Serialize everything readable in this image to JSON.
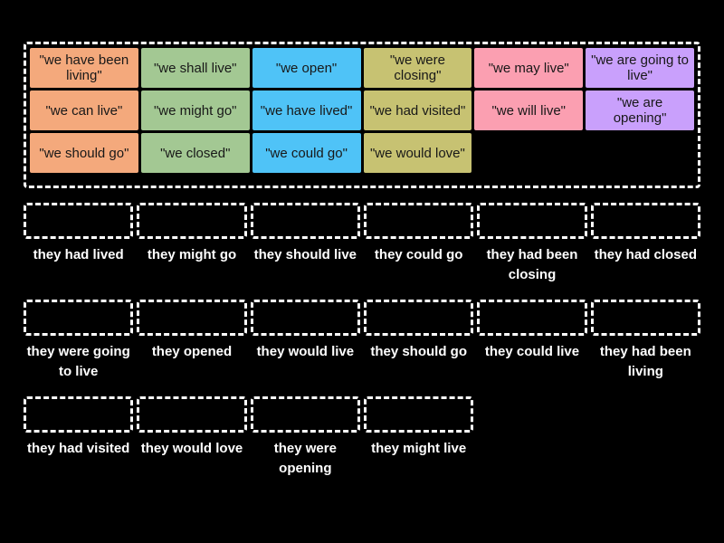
{
  "page": {
    "background_color": "#000000",
    "activity_type": "drag-and-drop matching",
    "title": ""
  },
  "colors": {
    "orange": "#F4A97C",
    "green": "#A3C893",
    "blue": "#4FC3F7",
    "olive": "#C7C272",
    "pink": "#FB9FB1",
    "purple": "#C9A0FC",
    "dash_border": "#FFFFFF",
    "tile_text": "#181818",
    "label_text": "#FFFFFF"
  },
  "tile_bank": {
    "columns": 6,
    "rows": 3,
    "tiles": [
      {
        "label": "\"we have been living\"",
        "color": "#F4A97C",
        "column": 1,
        "row": 1
      },
      {
        "label": "\"we shall live\"",
        "color": "#A3C893",
        "column": 2,
        "row": 1
      },
      {
        "label": "\"we open\"",
        "color": "#4FC3F7",
        "column": 3,
        "row": 1
      },
      {
        "label": "\"we were closing\"",
        "color": "#C7C272",
        "column": 4,
        "row": 1
      },
      {
        "label": "\"we may live\"",
        "color": "#FB9FB1",
        "column": 5,
        "row": 1
      },
      {
        "label": "\"we are going to live\"",
        "color": "#C9A0FC",
        "column": 6,
        "row": 1
      },
      {
        "label": "\"we can live\"",
        "color": "#F4A97C",
        "column": 1,
        "row": 2
      },
      {
        "label": "\"we might go\"",
        "color": "#A3C893",
        "column": 2,
        "row": 2
      },
      {
        "label": "\"we have lived\"",
        "color": "#4FC3F7",
        "column": 3,
        "row": 2
      },
      {
        "label": "\"we had visited\"",
        "color": "#C7C272",
        "column": 4,
        "row": 2
      },
      {
        "label": "\"we will live\"",
        "color": "#FB9FB1",
        "column": 5,
        "row": 2
      },
      {
        "label": "\"we are opening\"",
        "color": "#C9A0FC",
        "column": 6,
        "row": 2
      },
      {
        "label": "\"we should go\"",
        "color": "#F4A97C",
        "column": 1,
        "row": 3
      },
      {
        "label": "\"we closed\"",
        "color": "#A3C893",
        "column": 2,
        "row": 3
      },
      {
        "label": "\"we could go\"",
        "color": "#4FC3F7",
        "column": 3,
        "row": 3
      },
      {
        "label": "\"we would love\"",
        "color": "#C7C272",
        "column": 4,
        "row": 3
      },
      {
        "label": "",
        "color": "",
        "column": 5,
        "row": 3,
        "empty": true
      },
      {
        "label": "",
        "color": "",
        "column": 6,
        "row": 3,
        "empty": true
      }
    ]
  },
  "answer_rows": [
    {
      "cells": [
        {
          "label": "they had lived",
          "dropped_value": ""
        },
        {
          "label": "they might go",
          "dropped_value": ""
        },
        {
          "label": "they should live",
          "dropped_value": ""
        },
        {
          "label": "they could go",
          "dropped_value": ""
        },
        {
          "label": "they had been closing",
          "dropped_value": ""
        },
        {
          "label": "they had closed",
          "dropped_value": ""
        }
      ]
    },
    {
      "cells": [
        {
          "label": "they were going to live",
          "dropped_value": ""
        },
        {
          "label": "they opened",
          "dropped_value": ""
        },
        {
          "label": "they would live",
          "dropped_value": ""
        },
        {
          "label": "they should go",
          "dropped_value": ""
        },
        {
          "label": "they could live",
          "dropped_value": ""
        },
        {
          "label": "they had been living",
          "dropped_value": ""
        }
      ]
    },
    {
      "cells": [
        {
          "label": "they had visited",
          "dropped_value": ""
        },
        {
          "label": "they would love",
          "dropped_value": ""
        },
        {
          "label": "they were opening",
          "dropped_value": ""
        },
        {
          "label": "they might live",
          "dropped_value": ""
        },
        {
          "label": "",
          "blank": true
        },
        {
          "label": "",
          "blank": true
        }
      ]
    }
  ]
}
